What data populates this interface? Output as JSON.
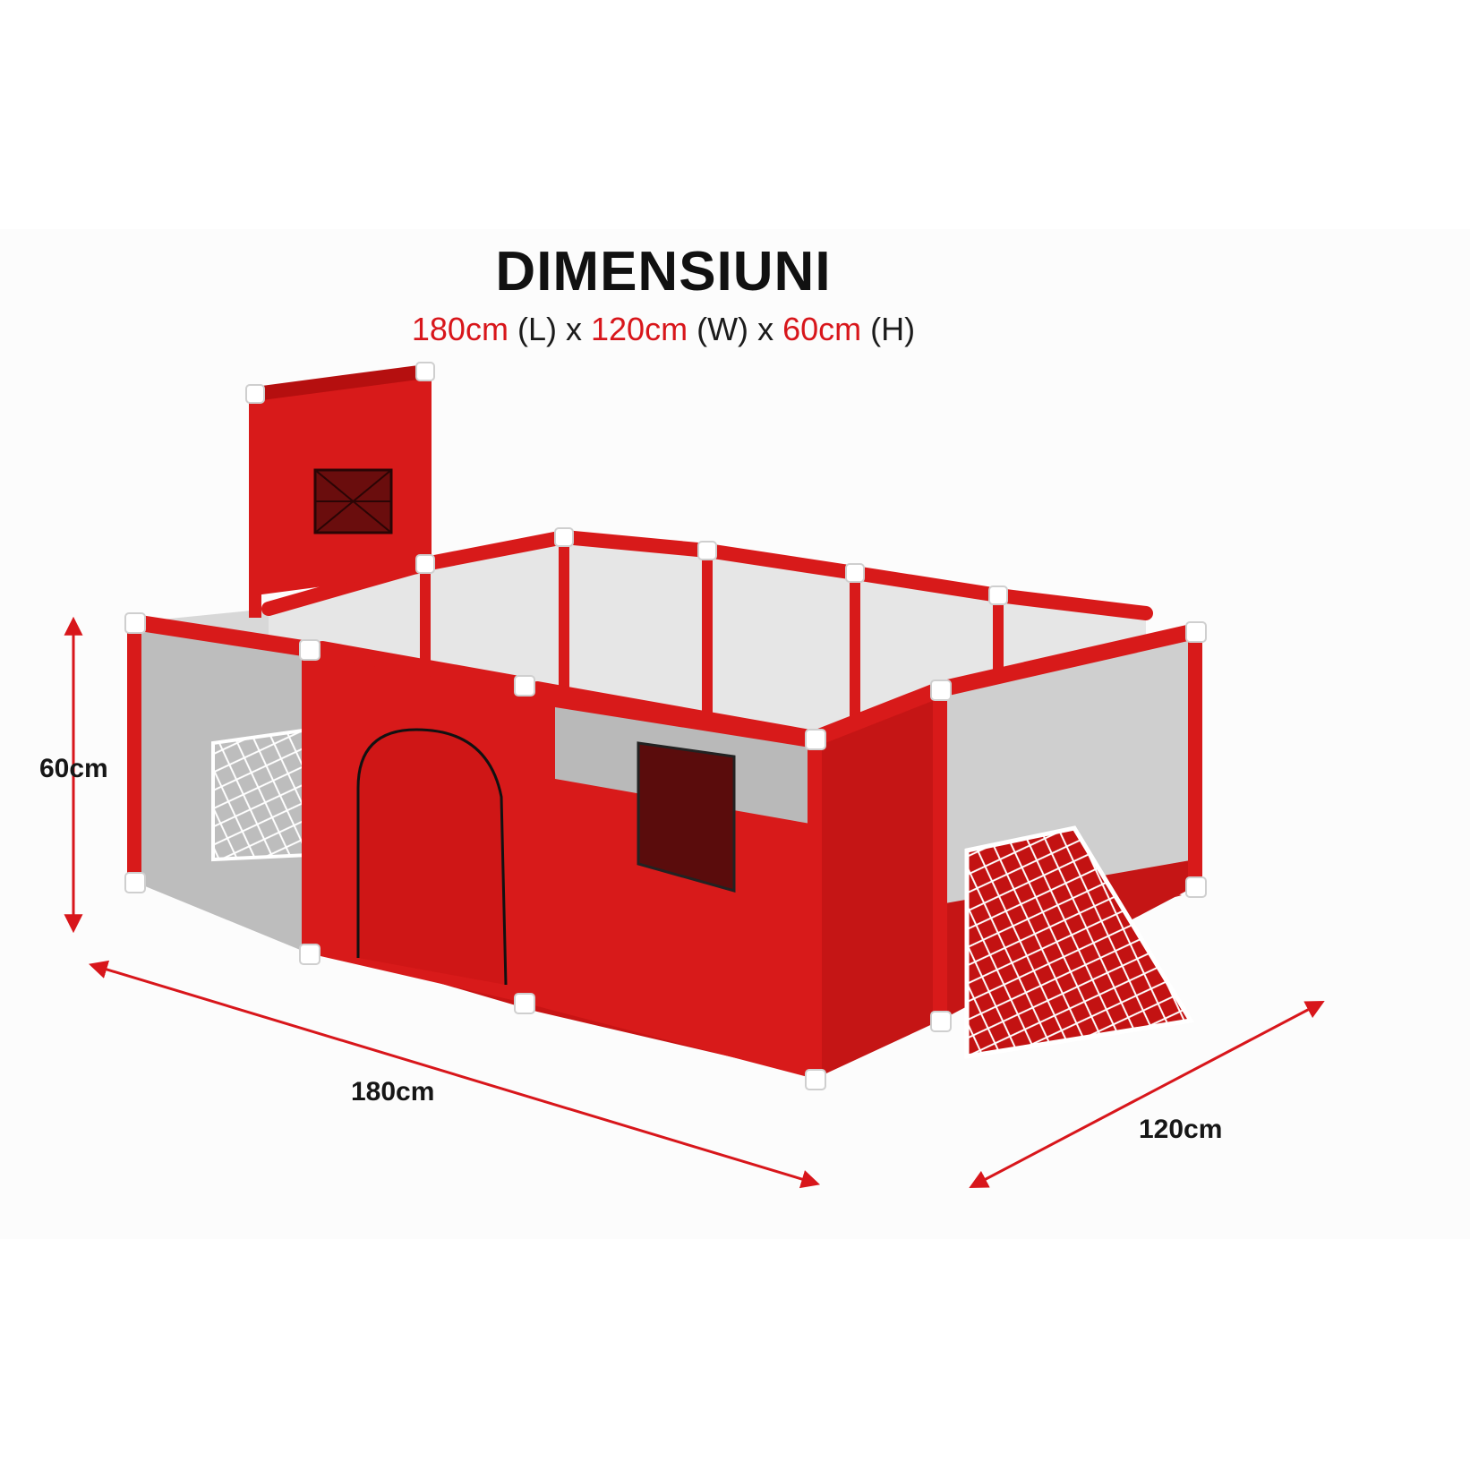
{
  "title": "DIMENSIUNI",
  "subtitle": {
    "length_value": "180cm",
    "length_tag": "(L)",
    "sep1": "x",
    "width_value": "120cm",
    "width_tag": "(W)",
    "sep2": "x",
    "height_value": "60cm",
    "height_tag": "(H)"
  },
  "dimensions": {
    "height_label": "60cm",
    "length_label": "180cm",
    "width_label": "120cm"
  },
  "colors": {
    "accent": "#d8161b",
    "frame": "#d81a1a",
    "mesh": "#d9d9d9",
    "connector": "#ffffff"
  },
  "image": {
    "subject": "playpen-with-basketball-hoop-and-football-goal"
  }
}
